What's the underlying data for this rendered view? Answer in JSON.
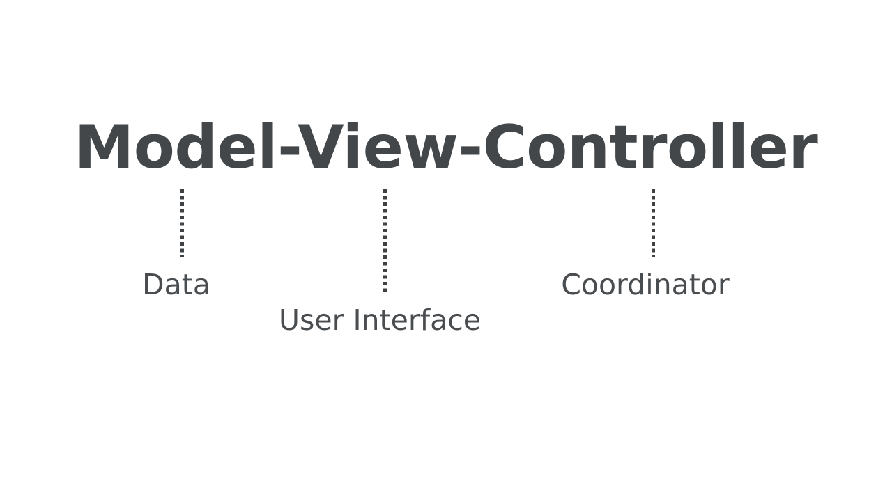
{
  "slide": {
    "background_color": "#ffffff",
    "title": "Model-View-Controller",
    "title_color": "#43474a",
    "label_color": "#4a4d50",
    "connector_color": "#3f4245"
  },
  "components": [
    {
      "term": "Model",
      "label": "Data",
      "connector": "dotted-vertical-line"
    },
    {
      "term": "View",
      "label": "User Interface",
      "connector": "dotted-vertical-line"
    },
    {
      "term": "Controller",
      "label": "Coordinator",
      "connector": "dotted-vertical-line"
    }
  ]
}
